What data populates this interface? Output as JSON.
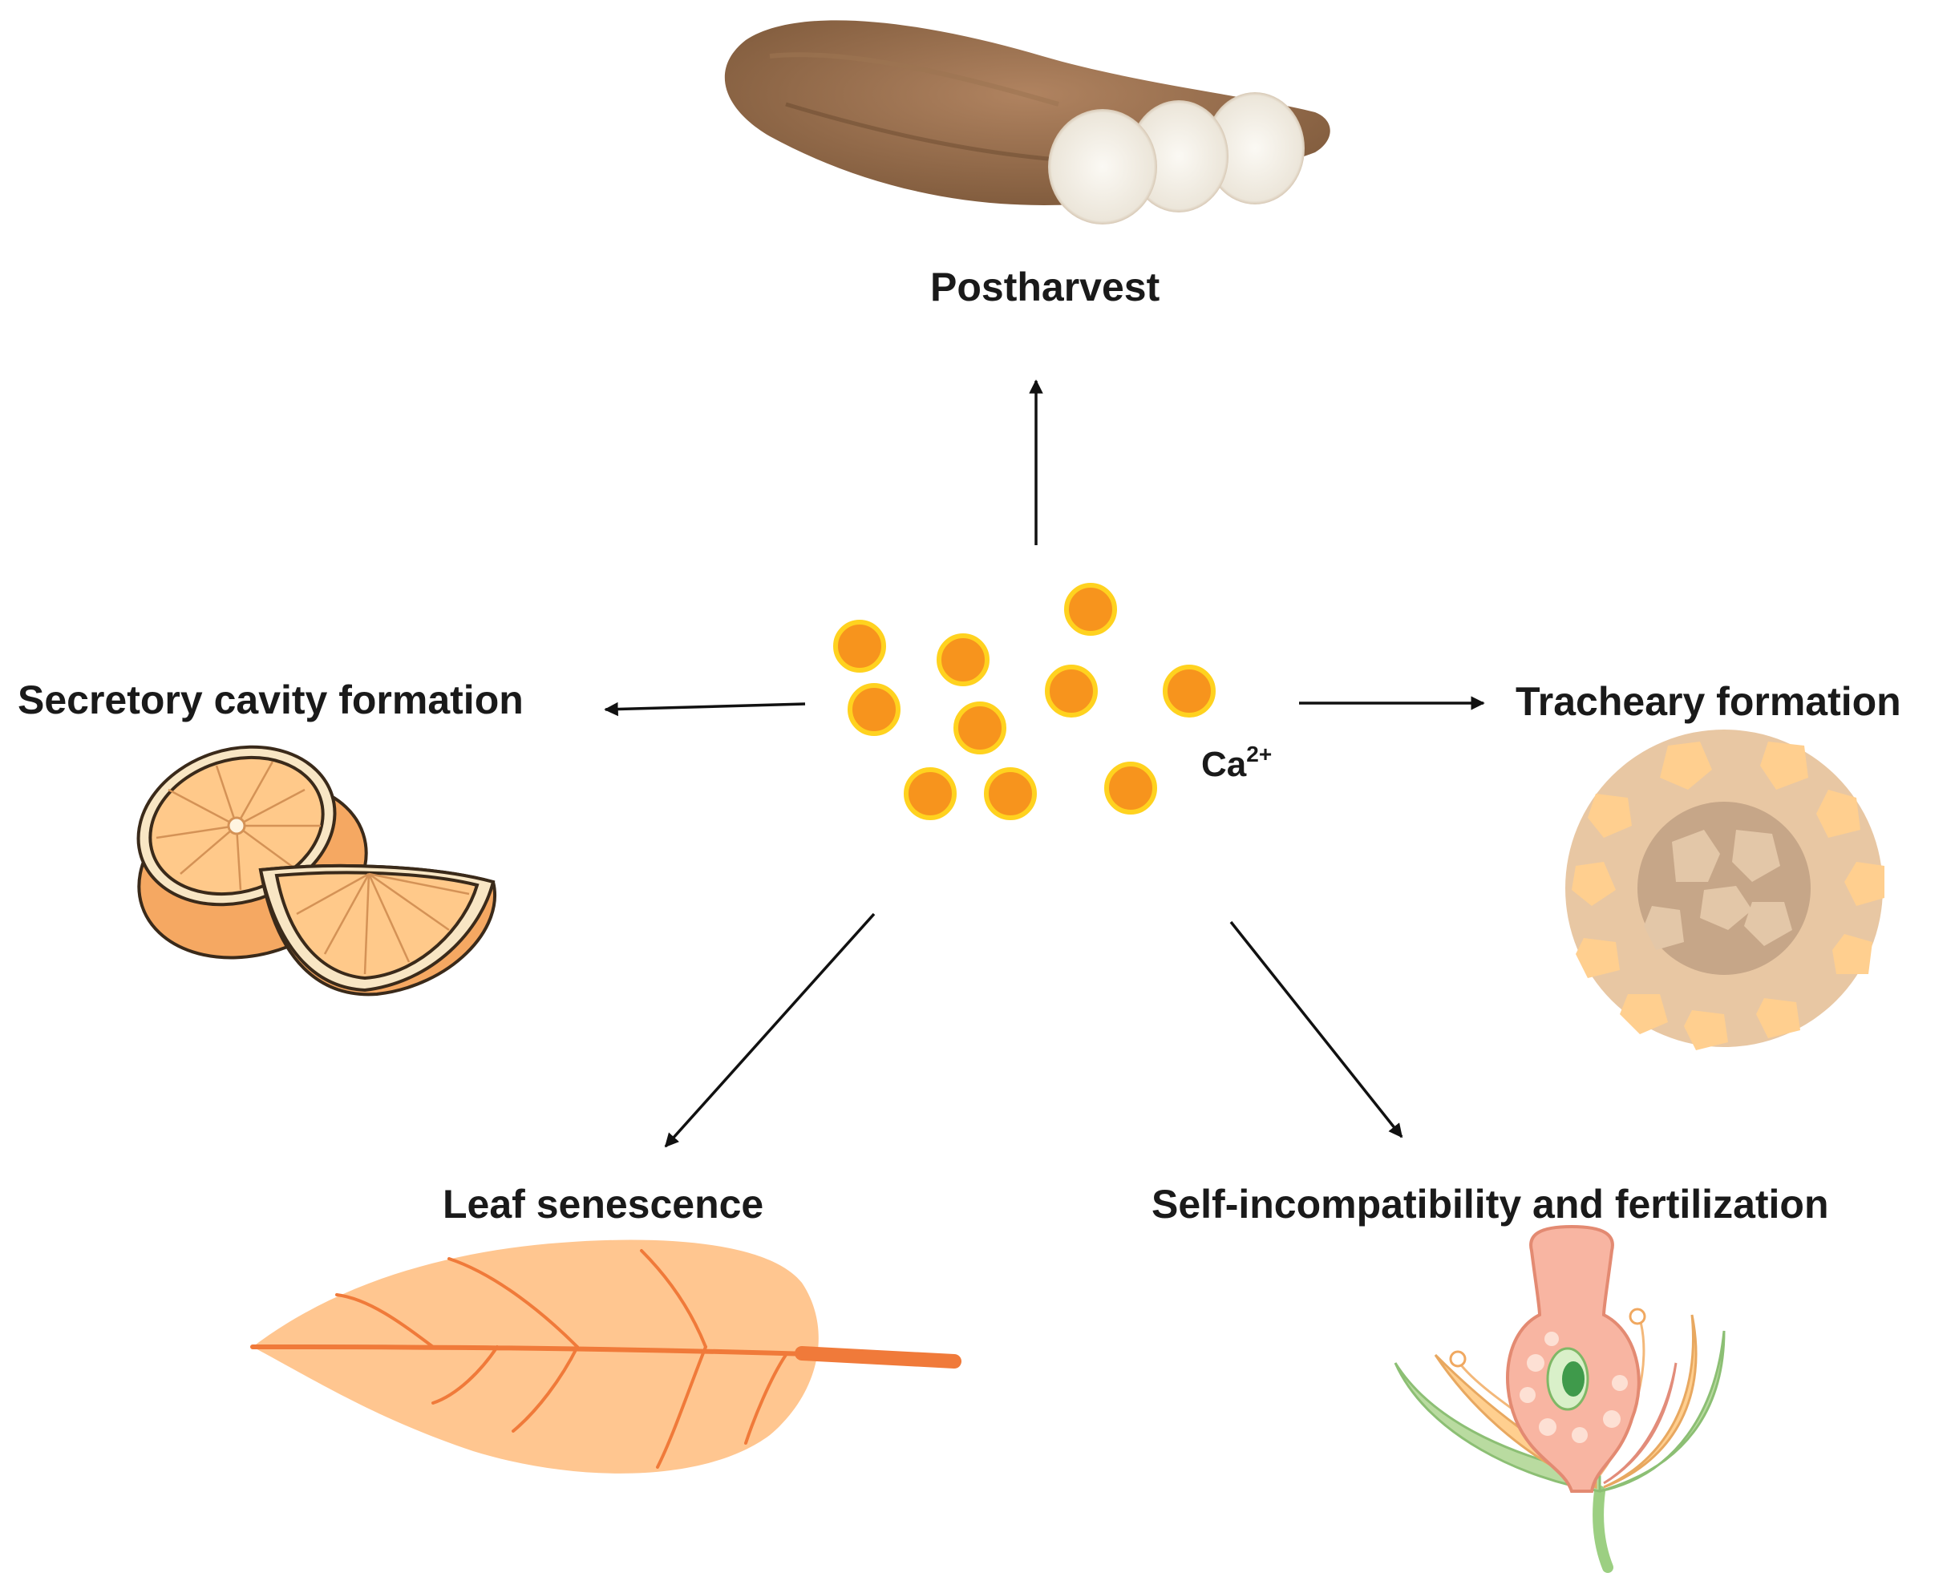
{
  "center": {
    "ion_base": "Ca",
    "ion_charge": "2+"
  },
  "labels": {
    "postharvest": "Postharvest",
    "secretory": "Secretory cavity formation",
    "tracheary": "Tracheary formation",
    "leaf": "Leaf senescence",
    "self_incompat": "Self-incompatibility and fertilization"
  },
  "colors": {
    "ion_fill": "#f7941d",
    "ion_rim": "#ffd21f",
    "arrow": "#111111",
    "orange_flesh": "#ffc98a",
    "leaf_fill": "#ffc690",
    "leaf_vein": "#f07a3a",
    "tracheary_outer": "#e8c7a3",
    "tracheary_inner": "#c6a688"
  },
  "icons": [
    "cassava-root-icon",
    "orange-halves-icon",
    "tracheary-cross-section-icon",
    "leaf-icon",
    "flower-pistil-icon"
  ]
}
